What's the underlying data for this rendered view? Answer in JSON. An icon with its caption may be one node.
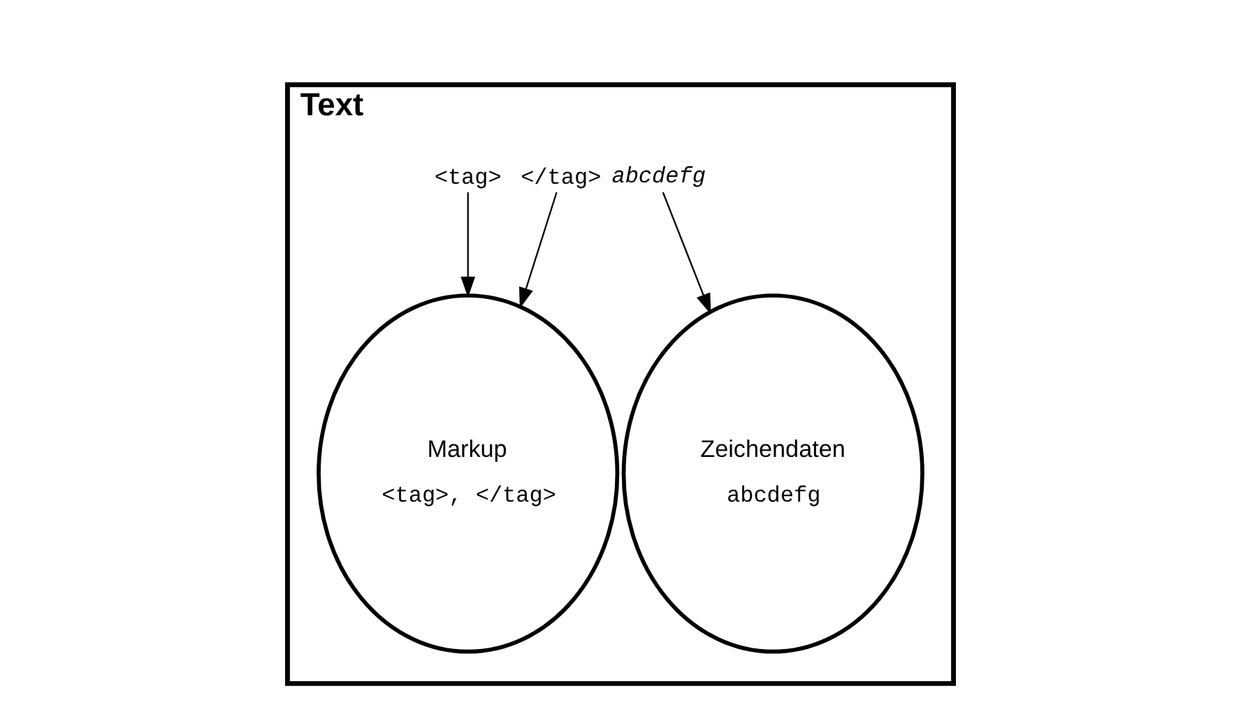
{
  "diagram": {
    "nodes": [
      {
        "text": [
          "Text"
        ]
      },
      {
        "text": [
          "<tag>"
        ],
        "in": 0
      },
      {
        "text": [
          "abcdefg"
        ],
        "in": 0
      },
      {
        "text": [
          "</tag>"
        ],
        "in": 0
      },
      {
        "text": [
          "Markup",
          "<tag>, </tag>"
        ],
        "in": 0
      },
      {
        "text": [
          "Zeichendaten",
          "abcdefg"
        ],
        "in": 0
      }
    ],
    "edges": [
      {
        "from": 1,
        "to": 4,
        "arrow": "to"
      },
      {
        "from": 3,
        "to": 4,
        "arrow": "to"
      },
      {
        "from": 2,
        "to": 5,
        "arrow": "to"
      }
    ]
  }
}
